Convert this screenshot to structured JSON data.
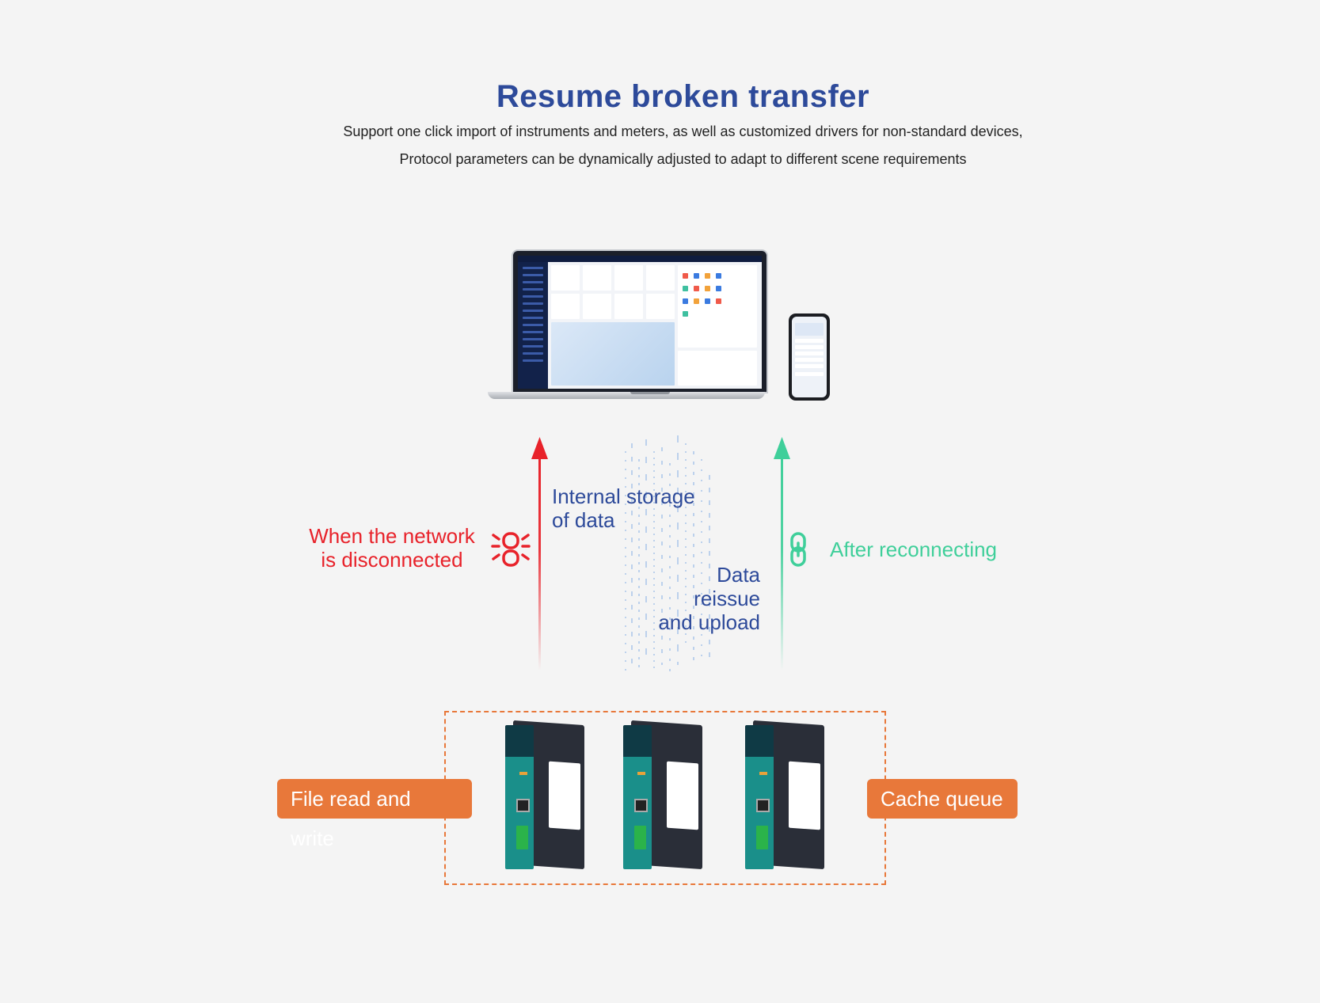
{
  "title": "Resume broken transfer",
  "subtitle_lines": [
    "Support one click import of instruments and meters, as well as customized drivers for non-standard devices,",
    "Protocol parameters can be dynamically adjusted to adapt to different scene requirements"
  ],
  "labels": {
    "disconnected_line1": "When the network",
    "disconnected_line2": "is disconnected",
    "internal_line1": "Internal storage",
    "internal_line2": "of data",
    "reissue_line1": "Data reissue",
    "reissue_line2": "and upload",
    "reconnecting": "After reconnecting"
  },
  "badges": {
    "file": "File read and write",
    "cache": "Cache queue"
  },
  "colors": {
    "title_blue": "#2d4a9a",
    "alert_red": "#e8222a",
    "ok_green": "#3fcf9a",
    "accent_orange": "#e8783a"
  },
  "icons": {
    "broken_link": "broken-link-icon",
    "link": "link-icon"
  }
}
